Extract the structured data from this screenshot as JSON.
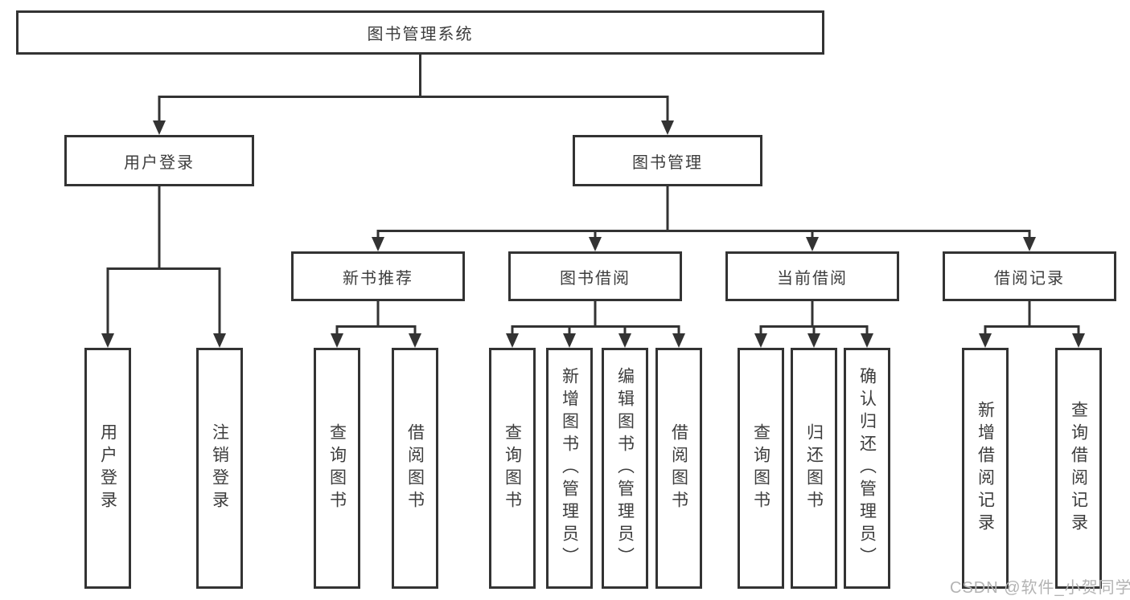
{
  "tree": {
    "root": {
      "label": "图书管理系统",
      "children": [
        {
          "label": "用户登录",
          "children": [
            {
              "label": "用户登录"
            },
            {
              "label": "注销登录"
            }
          ]
        },
        {
          "label": "图书管理",
          "children": [
            {
              "label": "新书推荐",
              "children": [
                {
                  "label": "查询图书"
                },
                {
                  "label": "借阅图书"
                }
              ]
            },
            {
              "label": "图书借阅",
              "children": [
                {
                  "label": "查询图书"
                },
                {
                  "label": "新增图书（管理员）"
                },
                {
                  "label": "编辑图书（管理员）"
                },
                {
                  "label": "借阅图书"
                }
              ]
            },
            {
              "label": "当前借阅",
              "children": [
                {
                  "label": "查询图书"
                },
                {
                  "label": "归还图书"
                },
                {
                  "label": "确认归还（管理员）"
                }
              ]
            },
            {
              "label": "借阅记录",
              "children": [
                {
                  "label": "新增借阅记录"
                },
                {
                  "label": "查询借阅记录"
                }
              ]
            }
          ]
        }
      ]
    }
  },
  "watermark": {
    "text": "CSDN @软件_小贺同学"
  },
  "colors": {
    "line": "#333333",
    "node_border": "#333333",
    "text": "#3d3d3d",
    "watermark": "#b3b3b3",
    "background": "#ffffff"
  }
}
